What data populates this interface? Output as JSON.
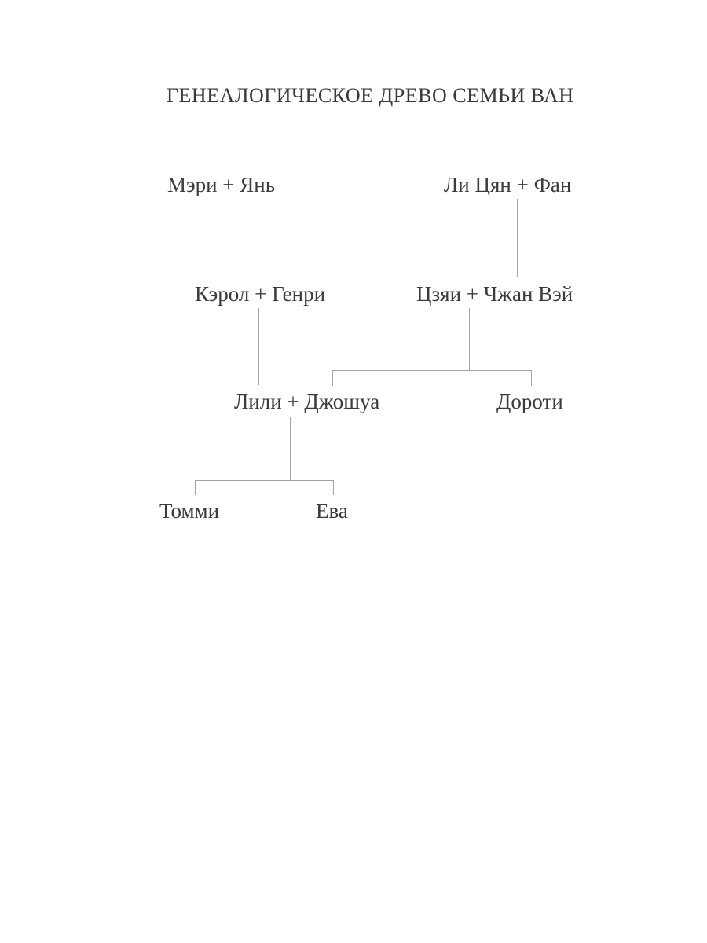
{
  "title": "ГЕНЕАЛОГИЧЕСКОЕ ДРЕВО СЕМЬИ ВАН",
  "persons": {
    "mary_yan": "Мэри + Янь",
    "li_qian_fan": "Ли Цян + Фан",
    "carol_henry": "Кэрол + Генри",
    "jiayi_zhangwei": "Цзяи + Чжан Вэй",
    "lily_joshua": "Лили + Джошуа",
    "dorothy": "Дороти",
    "tommy": "Томми",
    "eva": "Ева"
  },
  "relations": [
    {
      "from": "Мэри + Янь",
      "to": [
        "Кэрол + Генри"
      ]
    },
    {
      "from": "Ли Цян + Фан",
      "to": [
        "Цзяи + Чжан Вэй"
      ]
    },
    {
      "from": "Кэрол + Генри",
      "to": [
        "Лили + Джошуа"
      ]
    },
    {
      "from": "Цзяи + Чжан Вэй",
      "to": [
        "Лили + Джошуа",
        "Дороти"
      ]
    },
    {
      "from": "Лили + Джошуа",
      "to": [
        "Томми",
        "Ева"
      ]
    }
  ],
  "colors": {
    "text": "#3b3b3b",
    "line": "#a3a3a3",
    "background": "#ffffff"
  }
}
